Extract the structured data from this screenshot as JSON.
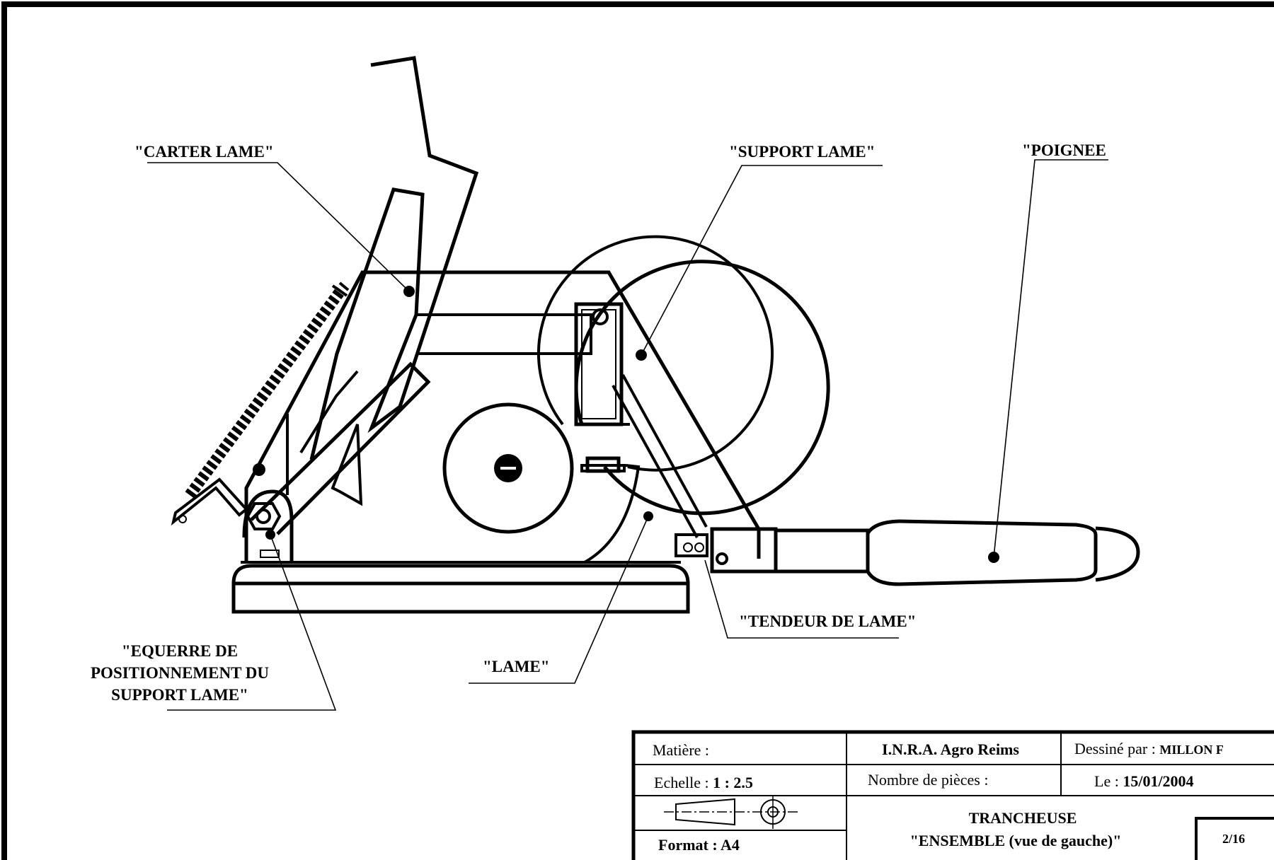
{
  "labels": {
    "carter_lame": "\"CARTER LAME\"",
    "support_lame": "\"SUPPORT LAME\"",
    "poignee": "\"POIGNEE",
    "tendeur": "\"TENDEUR DE LAME\"",
    "lame": "\"LAME\"",
    "equerre_1": "\"EQUERRE DE",
    "equerre_2": "POSITIONNEMENT DU",
    "equerre_3": "SUPPORT LAME\""
  },
  "title_block": {
    "matiere_label": "Matière :",
    "echelle_label": "Echelle :",
    "echelle_value": "1 : 2.5",
    "format_label": "Format : A4",
    "organisation": "I.N.R.A. Agro Reims",
    "nombre_label": "Nombre de pièces :",
    "dessine_label": "Dessiné par :",
    "dessine_value": "MILLON F",
    "date_label": "Le :",
    "date_value": "15/01/2004",
    "title_1": "TRANCHEUSE",
    "title_2": "\"ENSEMBLE (vue de gauche)\"",
    "sheet": "2/16"
  }
}
